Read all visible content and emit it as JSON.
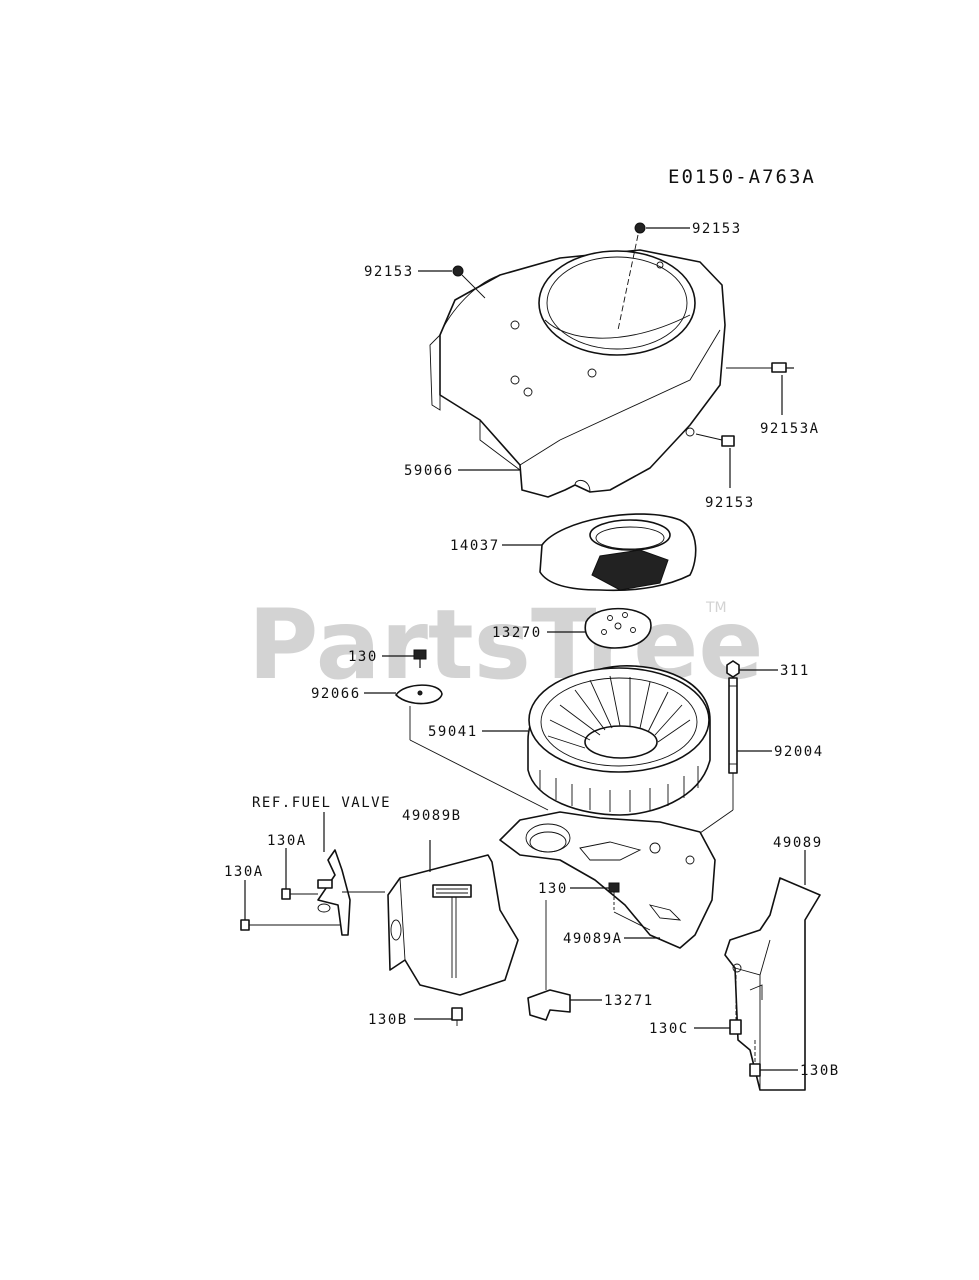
{
  "diagram": {
    "code": "E0150-A763A",
    "watermark": {
      "text": "PartsTree",
      "tm": "TM"
    },
    "labels": {
      "p92153_top": "92153",
      "p92153_left": "92153",
      "p92153A": "92153A",
      "p92153_bottom": "92153",
      "p59066": "59066",
      "p14037": "14037",
      "p13270": "13270",
      "p130_a": "130",
      "p92066": "92066",
      "p311": "311",
      "p59041": "59041",
      "p92004": "92004",
      "ref_fuel_valve": "REF.FUEL VALVE",
      "p49089B": "49089B",
      "p130A_1": "130A",
      "p130A_2": "130A",
      "p49089": "49089",
      "p130_b": "130",
      "p49089A": "49089A",
      "p13271": "13271",
      "p130B_1": "130B",
      "p130C": "130C",
      "p130B_2": "130B"
    }
  }
}
